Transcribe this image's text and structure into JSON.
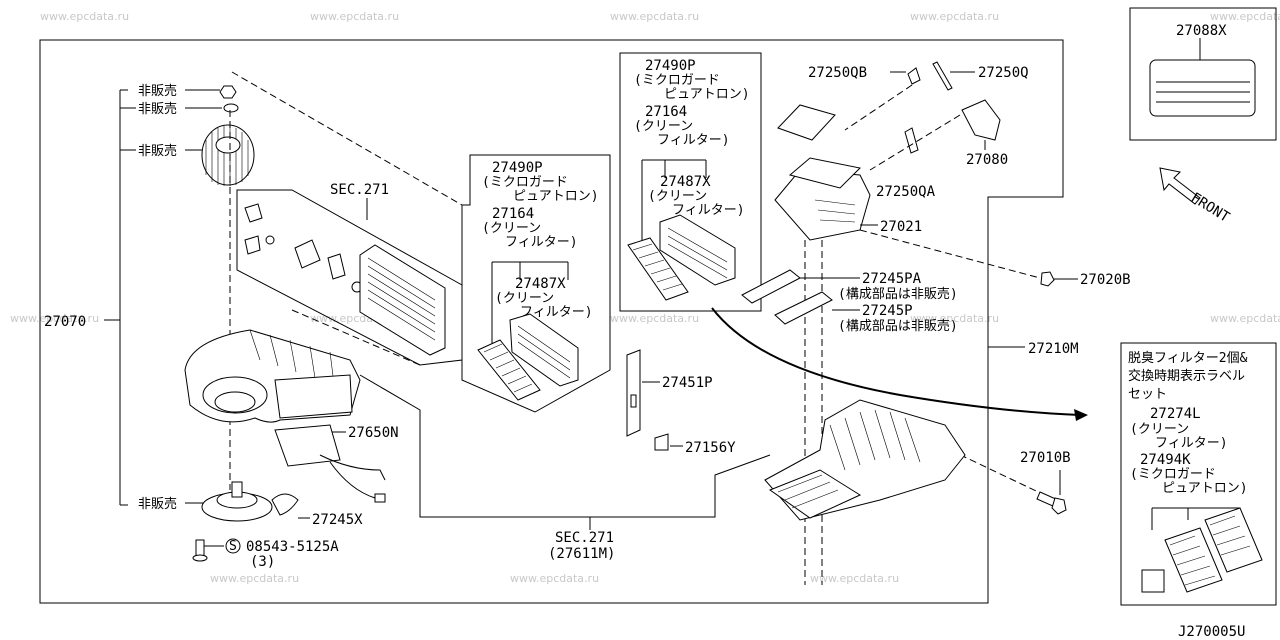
{
  "diagram_code": "J270005U",
  "watermark": "www.epcdata.ru",
  "parts": {
    "p27070": "27070",
    "non_sale": "非販売",
    "sec271_top": "SEC.271",
    "sec271_bottom": "SEC.271",
    "sec271_bottom_sub": "(27611M)",
    "p27650N": "27650N",
    "p27245X": "27245X",
    "p08543": "08543-5125A",
    "p08543_qty": "(3)",
    "s_mark": "S",
    "p27490P": "27490P",
    "microguard_1": "(ミクロガード",
    "microguard_2": "ピュアトロン)",
    "p27164": "27164",
    "clean_1": "(クリーン",
    "clean_2": "フィルター)",
    "p27487X": "27487X",
    "p27451P": "27451P",
    "p27156Y": "27156Y",
    "p27250QB": "27250QB",
    "p27250Q": "27250Q",
    "p27080": "27080",
    "p27250QA": "27250QA",
    "p27021": "27021",
    "p27245PA": "27245PA",
    "p27245P": "27245P",
    "component_non_sale": "(構成部品は非販売)",
    "p27020B": "27020B",
    "p27210M": "27210M",
    "p27010B": "27010B",
    "p27088X": "27088X",
    "front": "FRONT",
    "kit_1": "脱臭フィルター2個&",
    "kit_2": "交換時期表示ラベル",
    "kit_3": "セット",
    "p27274L": "27274L",
    "p27494K": "27494K"
  }
}
